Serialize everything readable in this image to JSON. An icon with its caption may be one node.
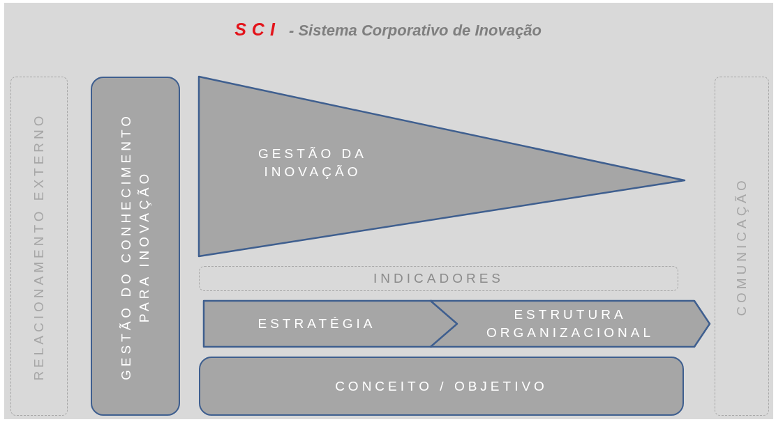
{
  "diagram": {
    "title": "**SCI** - Sistema Corporativo de Inovação",
    "nodes": [
      {
        "text": [
          "RELACIONAMENTO EXTERNO"
        ]
      },
      {
        "text": [
          "GESTÃO DO CONHECIMENTO PARA INOVAÇÃO"
        ]
      },
      {
        "text": [
          "GESTÃO DA INOVAÇÃO"
        ]
      },
      {
        "text": [
          "INDICADORES"
        ]
      },
      {
        "text": [
          "ESTRATÉGIA"
        ]
      },
      {
        "text": [
          "ESTRUTURA ORGANIZACIONAL"
        ]
      },
      {
        "text": [
          "CONCEITO / OBJETIVO"
        ]
      },
      {
        "text": [
          "COMUNICAÇÃO"
        ]
      }
    ]
  }
}
